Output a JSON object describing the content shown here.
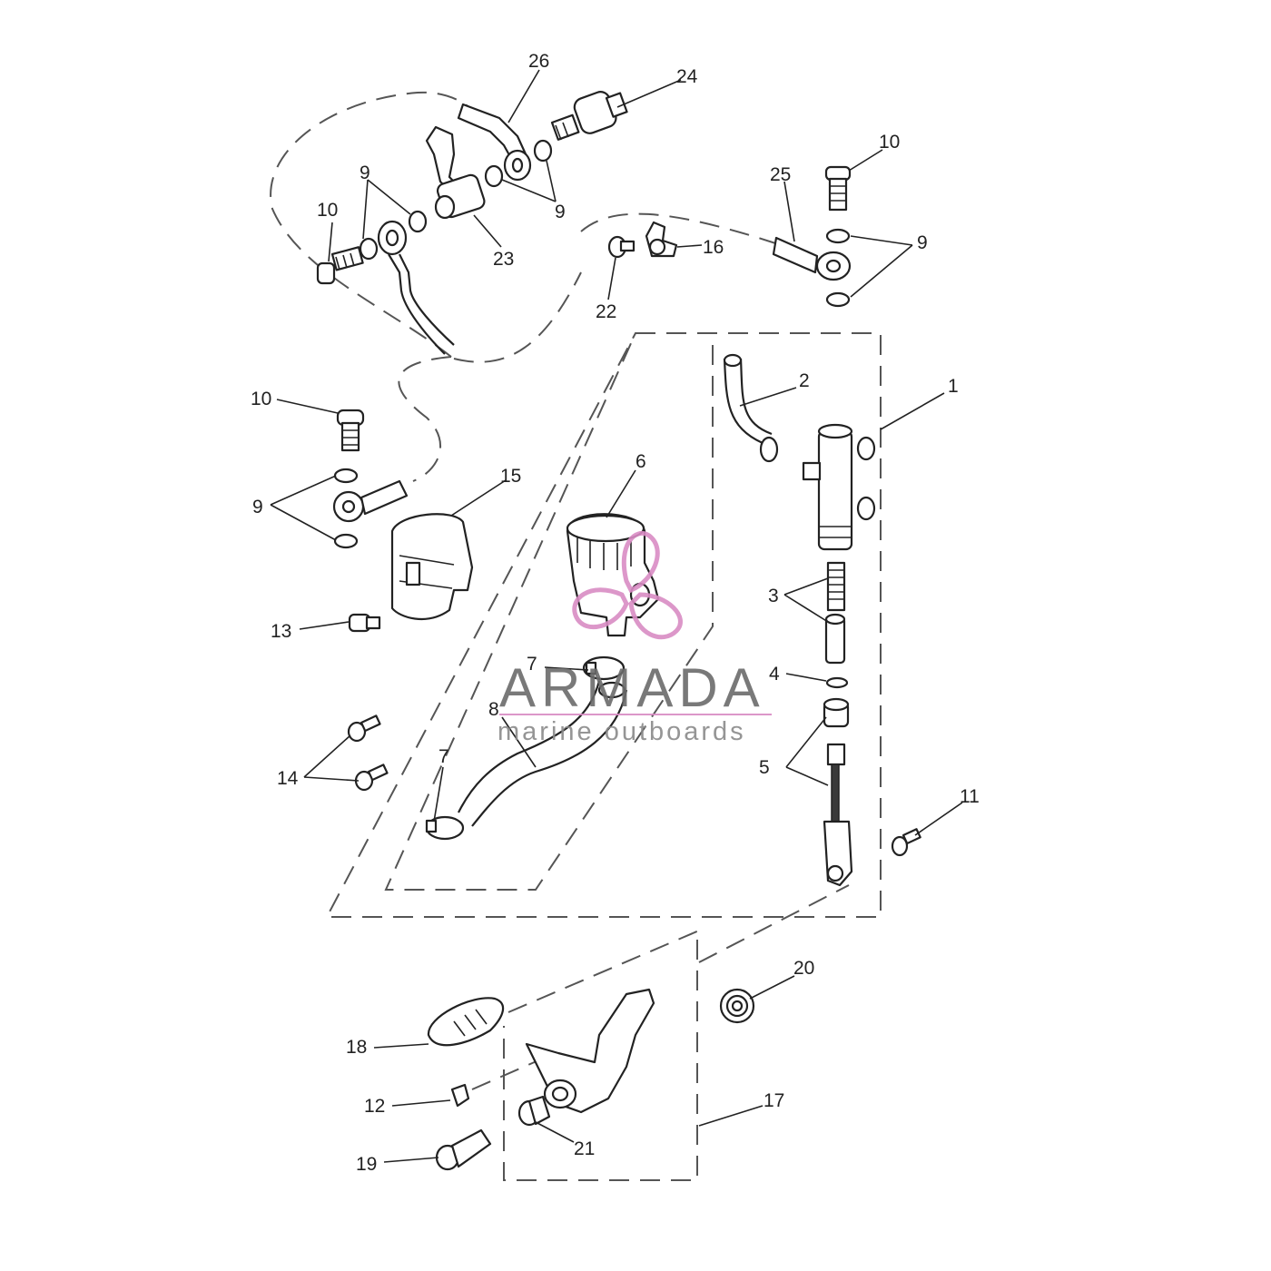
{
  "watermark": {
    "title": "ARMADA",
    "subtitle": "marine outboards",
    "logo_color": "#d98cc4",
    "line_color": "#d98cc4"
  },
  "callouts": {
    "c1": "1",
    "c2": "2",
    "c3": "3",
    "c4": "4",
    "c5": "5",
    "c6": "6",
    "c7a": "7",
    "c7b": "7",
    "c8": "8",
    "c9a": "9",
    "c9b": "9",
    "c9c": "9",
    "c9d": "9",
    "c10a": "10",
    "c10b": "10",
    "c10c": "10",
    "c11": "11",
    "c12": "12",
    "c13": "13",
    "c14": "14",
    "c15": "15",
    "c16": "16",
    "c17": "17",
    "c18": "18",
    "c19": "19",
    "c20": "20",
    "c21": "21",
    "c22": "22",
    "c23": "23",
    "c24": "24",
    "c25": "25",
    "c26": "26"
  }
}
